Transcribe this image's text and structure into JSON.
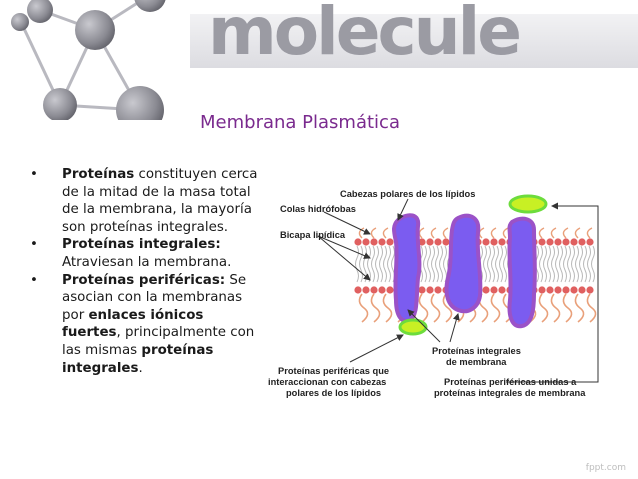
{
  "banner": {
    "text": "molecule"
  },
  "title": "Membrana Plasmática",
  "bullets": [
    {
      "parts": [
        {
          "b": "Proteínas"
        },
        {
          "t": " constituyen cerca de la mitad de la masa total de la membrana, la mayoría son proteínas integrales."
        }
      ]
    },
    {
      "parts": [
        {
          "b": "Proteínas integrales:"
        },
        {
          "t": " Atraviesan la membrana."
        }
      ]
    },
    {
      "parts": [
        {
          "b": "Proteínas periféricas:"
        },
        {
          "t": " Se asocian con la membranas por "
        },
        {
          "b": "enlaces iónicos fuertes"
        },
        {
          "t": ", principalmente con las mismas "
        },
        {
          "b": "proteínas integrales"
        },
        {
          "t": "."
        }
      ]
    }
  ],
  "diagram": {
    "labels": {
      "heads": "Cabezas polares de los lípidos",
      "tails": "Colas hidrófobas",
      "bilayer": "Bicapa lipídica",
      "integral_1": "Proteínas integrales",
      "integral_2": "de membrana",
      "peripheral_left_1": "Proteínas periféricas que",
      "peripheral_left_2": "interaccionan con cabezas",
      "peripheral_left_3": "polares de los lípidos",
      "peripheral_right_1": "Proteínas periféricas unidas a",
      "peripheral_right_2": "proteínas integrales de membrana"
    },
    "colors": {
      "integral_protein": "#7b5cf0",
      "protein_outline": "#9b52c7",
      "peripheral_protein": "#c8f024",
      "lipid_head": "#e06060",
      "tail": "#e9a07a"
    }
  },
  "footer": "fppt.com"
}
